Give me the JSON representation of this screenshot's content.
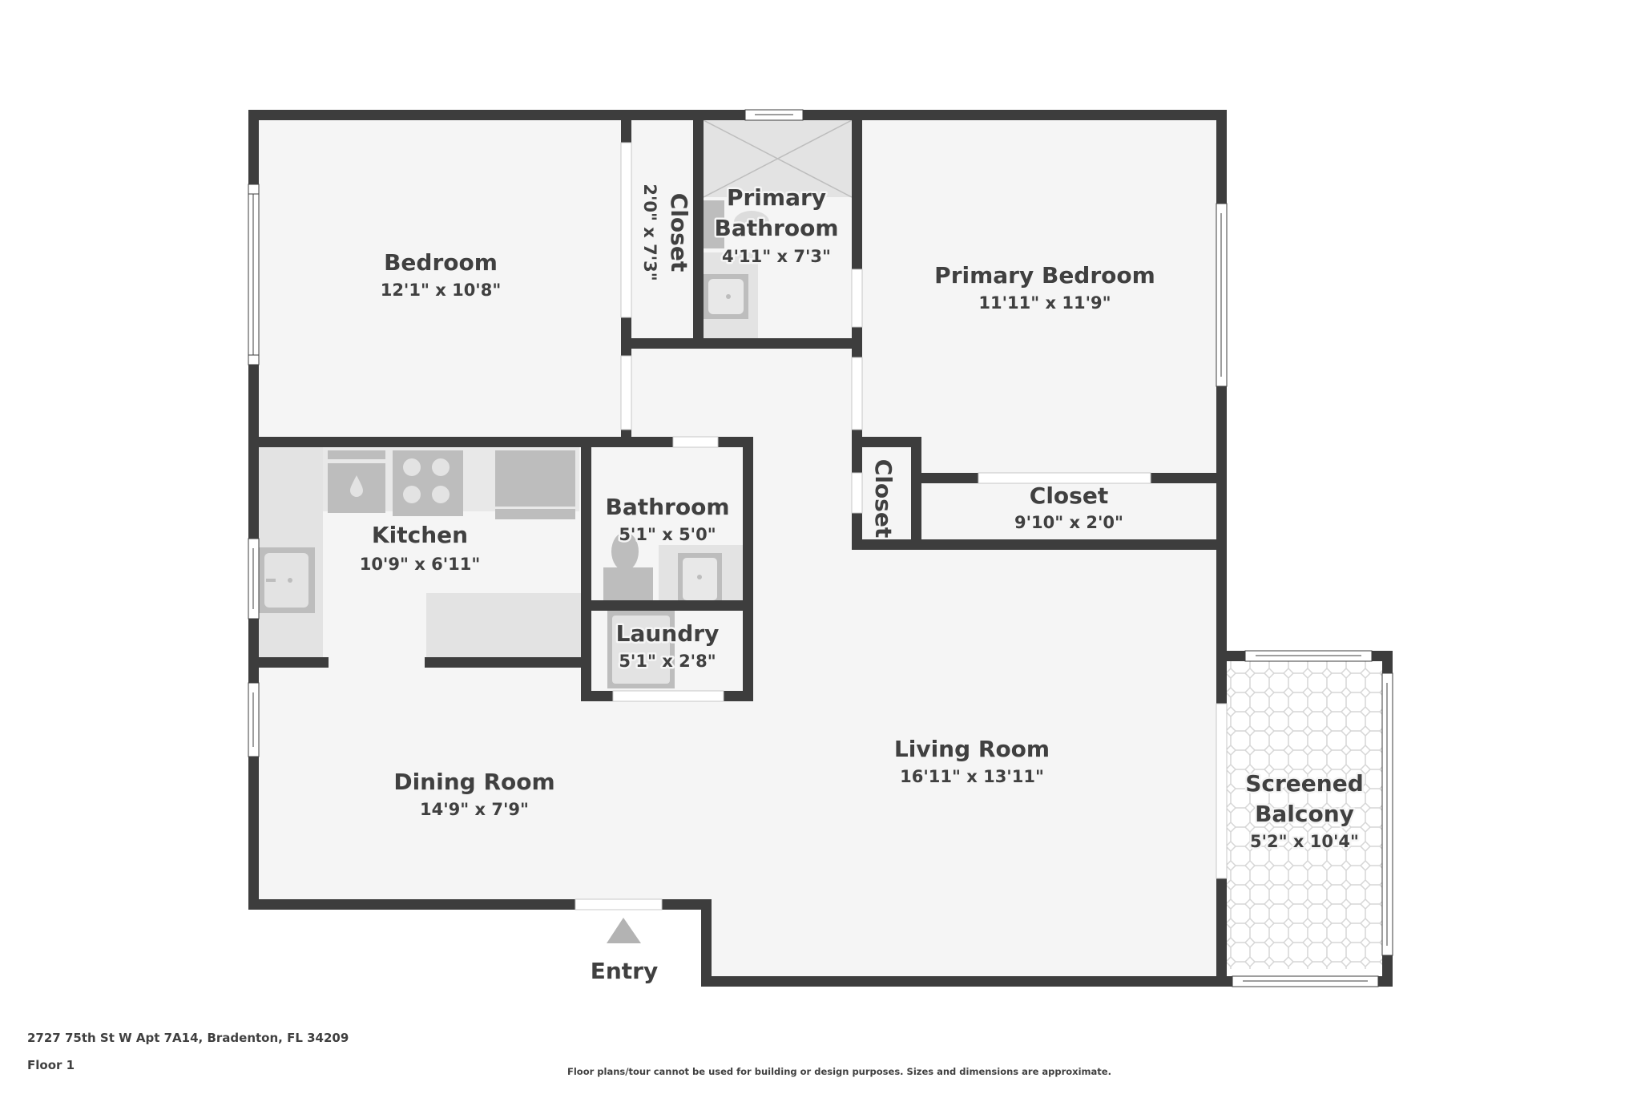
{
  "colors": {
    "wall": "#3d3d3d",
    "floor": "#f5f5f5",
    "fixture": "#bdbdbd",
    "fixture_light": "#e3e3e3",
    "text": "#404040",
    "tile_line": "#d6d6d6",
    "entry_arrow": "#b3b3b3"
  },
  "rooms": [
    {
      "id": "bedroom",
      "name": "Bedroom",
      "dims": "12'1\" x 10'8\""
    },
    {
      "id": "closet-1",
      "name": "Closet",
      "dims": "2'0\" x 7'3\"",
      "orientation": "rotated-90"
    },
    {
      "id": "primary-bathroom",
      "name_line1": "Primary",
      "name_line2": "Bathroom",
      "dims": "4'11\" x 7'3\""
    },
    {
      "id": "primary-bedroom",
      "name": "Primary Bedroom",
      "dims": "11'11\" x 11'9\""
    },
    {
      "id": "closet-2",
      "name": "Closet",
      "orientation": "rotated-90"
    },
    {
      "id": "closet-3",
      "name": "Closet",
      "dims": "9'10\" x 2'0\""
    },
    {
      "id": "kitchen",
      "name": "Kitchen",
      "dims": "10'9\" x 6'11\""
    },
    {
      "id": "bathroom",
      "name": "Bathroom",
      "dims": "5'1\" x 5'0\""
    },
    {
      "id": "laundry",
      "name": "Laundry",
      "dims": "5'1\" x 2'8\""
    },
    {
      "id": "dining-room",
      "name": "Dining Room",
      "dims": "14'9\" x 7'9\""
    },
    {
      "id": "living-room",
      "name": "Living Room",
      "dims": "16'11\" x 13'11\""
    },
    {
      "id": "screened-balcony",
      "name_line1": "Screened",
      "name_line2": "Balcony",
      "dims": "5'2\" x 10'4\""
    }
  ],
  "entry": {
    "label": "Entry",
    "icon": "triangle-up-arrow"
  },
  "footer": {
    "address": "2727 75th St W Apt 7A14, Bradenton, FL 34209",
    "floor": "Floor 1",
    "disclaimer": "Floor plans/tour cannot be used for building or design purposes. Sizes and dimensions are approximate."
  }
}
